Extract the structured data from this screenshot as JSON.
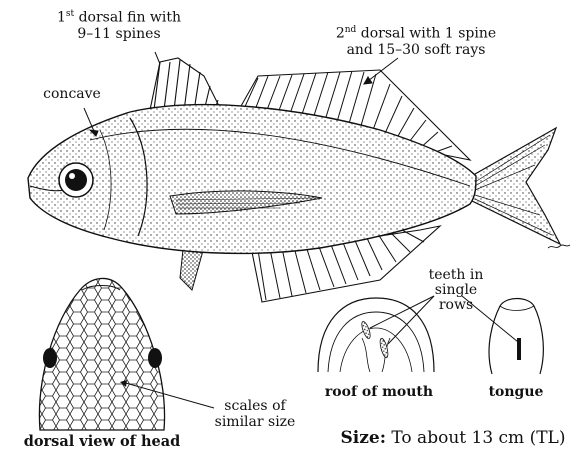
{
  "labels": {
    "first_dorsal_line1": "1st dorsal fin with",
    "first_dorsal_line2": "9–11 spines",
    "second_dorsal_line1": "2nd dorsal with 1 spine",
    "second_dorsal_line2": "and 15–30 soft rays",
    "concave": "concave",
    "teeth_line1": "teeth in",
    "teeth_line2": "single",
    "teeth_line3": "rows",
    "scales_line1": "scales of",
    "scales_line2": "similar size",
    "roof_of_mouth": "roof of mouth",
    "tongue": "tongue",
    "dorsal_view": "dorsal view of head",
    "size_label": "Size:",
    "size_value": " To about 13 cm (TL)"
  },
  "colors": {
    "ink": "#111111",
    "paper": "#ffffff",
    "shade": "#cfcfcf"
  }
}
